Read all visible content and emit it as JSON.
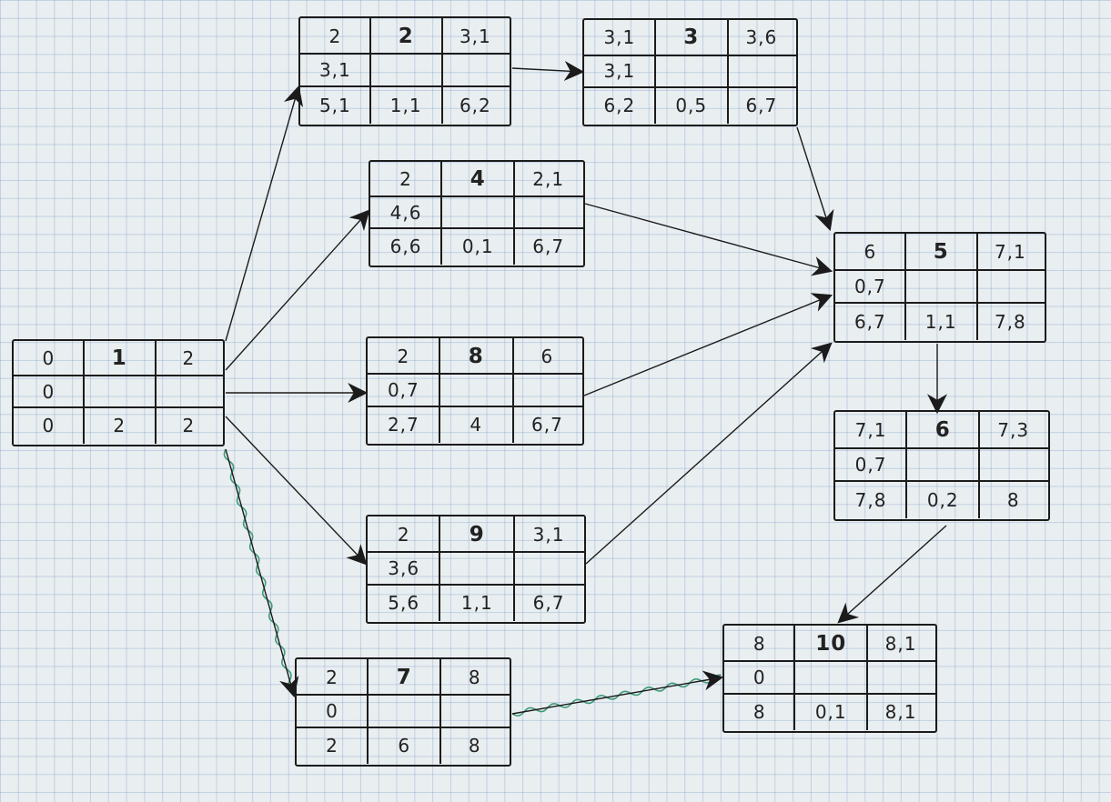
{
  "nodes": [
    {
      "id": "1",
      "r1": [
        "0",
        "1",
        "2"
      ],
      "r2": "0",
      "r3": [
        "0",
        "2",
        "2"
      ]
    },
    {
      "id": "2",
      "r1": [
        "2",
        "2",
        "3,1"
      ],
      "r2": "3,1",
      "r3": [
        "5,1",
        "1,1",
        "6,2"
      ]
    },
    {
      "id": "3",
      "r1": [
        "3,1",
        "3",
        "3,6"
      ],
      "r2": "3,1",
      "r3": [
        "6,2",
        "0,5",
        "6,7"
      ]
    },
    {
      "id": "4",
      "r1": [
        "2",
        "4",
        "2,1"
      ],
      "r2": "4,6",
      "r3": [
        "6,6",
        "0,1",
        "6,7"
      ]
    },
    {
      "id": "8",
      "r1": [
        "2",
        "8",
        "6"
      ],
      "r2": "0,7",
      "r3": [
        "2,7",
        "4",
        "6,7"
      ]
    },
    {
      "id": "9",
      "r1": [
        "2",
        "9",
        "3,1"
      ],
      "r2": "3,6",
      "r3": [
        "5,6",
        "1,1",
        "6,7"
      ]
    },
    {
      "id": "7",
      "r1": [
        "2",
        "7",
        "8"
      ],
      "r2": "0",
      "r3": [
        "2",
        "6",
        "8"
      ]
    },
    {
      "id": "5",
      "r1": [
        "6",
        "5",
        "7,1"
      ],
      "r2": "0,7",
      "r3": [
        "6,7",
        "1,1",
        "7,8"
      ]
    },
    {
      "id": "6",
      "r1": [
        "7,1",
        "6",
        "7,3"
      ],
      "r2": "0,7",
      "r3": [
        "7,8",
        "0,2",
        "8"
      ]
    },
    {
      "id": "10",
      "r1": [
        "8",
        "10",
        "8,1"
      ],
      "r2": "0",
      "r3": [
        "8",
        "0,1",
        "8,1"
      ]
    }
  ],
  "edges": [
    {
      "from": "1",
      "to": "2",
      "critical": false
    },
    {
      "from": "1",
      "to": "4",
      "critical": false
    },
    {
      "from": "1",
      "to": "8",
      "critical": false
    },
    {
      "from": "1",
      "to": "9",
      "critical": false
    },
    {
      "from": "1",
      "to": "7",
      "critical": true
    },
    {
      "from": "2",
      "to": "3",
      "critical": false
    },
    {
      "from": "3",
      "to": "5",
      "critical": false
    },
    {
      "from": "4",
      "to": "5",
      "critical": false
    },
    {
      "from": "8",
      "to": "5",
      "critical": false
    },
    {
      "from": "9",
      "to": "5",
      "critical": false
    },
    {
      "from": "5",
      "to": "6",
      "critical": false
    },
    {
      "from": "6",
      "to": "10",
      "critical": false
    },
    {
      "from": "7",
      "to": "10",
      "critical": true
    }
  ],
  "colors": {
    "ink": "#1b1b1b",
    "critical_path": "#3f9b7a",
    "grid": "#5a82be",
    "paper": "#e9eef0"
  }
}
